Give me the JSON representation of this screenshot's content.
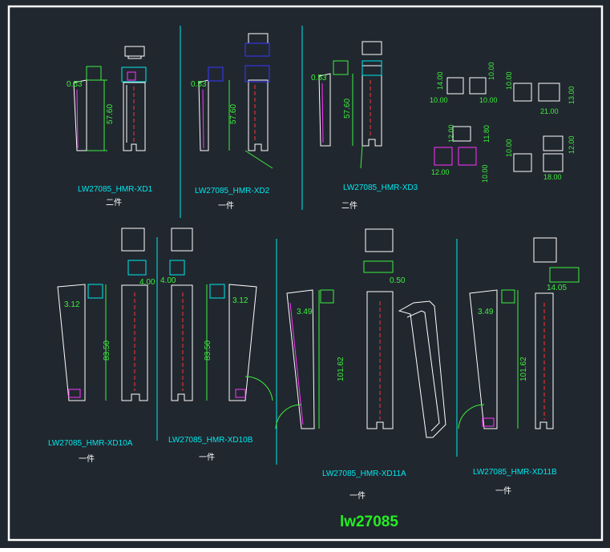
{
  "title": "lw27085",
  "colors": {
    "background": "#21272f",
    "border": "#ffffff",
    "outline": "#ffffff",
    "dimension": "#3cf03c",
    "label": "#00e8ee",
    "center_line": "#ff3333",
    "magenta": "#ff33ff",
    "blue": "#3838ff",
    "title": "#22ee22"
  },
  "parts": [
    {
      "label": "LW27085_HMR-XD1",
      "qty": "二件",
      "dims": [
        "0.53",
        "57.60"
      ]
    },
    {
      "label": "LW27085_HMR-XD2",
      "qty": "一件",
      "dims": [
        "0.53",
        "57.60"
      ]
    },
    {
      "label": "LW27085_HMR-XD3",
      "qty": "二件",
      "dims": [
        "0.53",
        "57.60"
      ]
    },
    {
      "label": "LW27085_HMR-XD10A",
      "qty": "一件",
      "dims": [
        "3.12",
        "4.00",
        "83.50"
      ]
    },
    {
      "label": "LW27085_HMR-XD10B",
      "qty": "一件",
      "dims": [
        "4.00",
        "3.12",
        "83.50"
      ]
    },
    {
      "label": "LW27085_HMR-XD11A",
      "qty": "一件",
      "dims": [
        "3.49",
        "0.50",
        "101.62"
      ]
    },
    {
      "label": "LW27085_HMR-XD11B",
      "qty": "一件",
      "dims": [
        "3.49",
        "14.05",
        "101.62"
      ]
    }
  ],
  "section_dims": [
    "14.00",
    "10.00",
    "10.00",
    "10.00",
    "13.00",
    "10.00",
    "21.00",
    "12.00",
    "11.80",
    "12.00",
    "10.00",
    "10.00",
    "12.00",
    "18.00"
  ]
}
